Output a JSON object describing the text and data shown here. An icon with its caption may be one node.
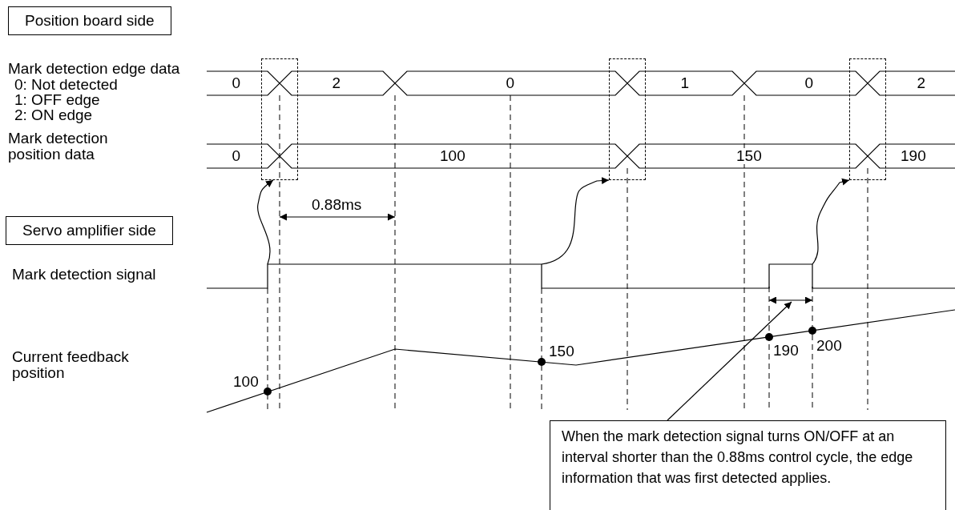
{
  "diagram": {
    "nodes": [
      {
        "text": [
          "Position board side"
        ]
      },
      {
        "text": [
          "Servo amplifier side"
        ]
      },
      {
        "text": [],
        "shape": "box"
      },
      {
        "text": [],
        "shape": "box"
      },
      {
        "text": [],
        "shape": "box"
      },
      {
        "text": [
          "When the mark detection signal turns ON/OFF at an interval shorter than the 0.88ms control cycle, the edge information that was first detected applies."
        ]
      }
    ],
    "edges": [
      {
        "from": null,
        "to": 2,
        "arrow": "to"
      },
      {
        "from": null,
        "to": 3,
        "arrow": "to"
      },
      {
        "from": null,
        "to": 4,
        "arrow": "to"
      },
      {
        "from": 5,
        "to": null,
        "arrow": "to"
      }
    ],
    "labels": [
      "Mark detection edge data",
      "0: Not detected",
      "1: OFF edge",
      "2: ON edge",
      "0",
      "2",
      "0",
      "1",
      "0",
      "2",
      "Mark detection position data",
      "0",
      "100",
      "150",
      "190",
      "0.88ms",
      "Mark detection signal",
      "Current feedback position",
      "100",
      "150",
      "190",
      "200"
    ]
  }
}
